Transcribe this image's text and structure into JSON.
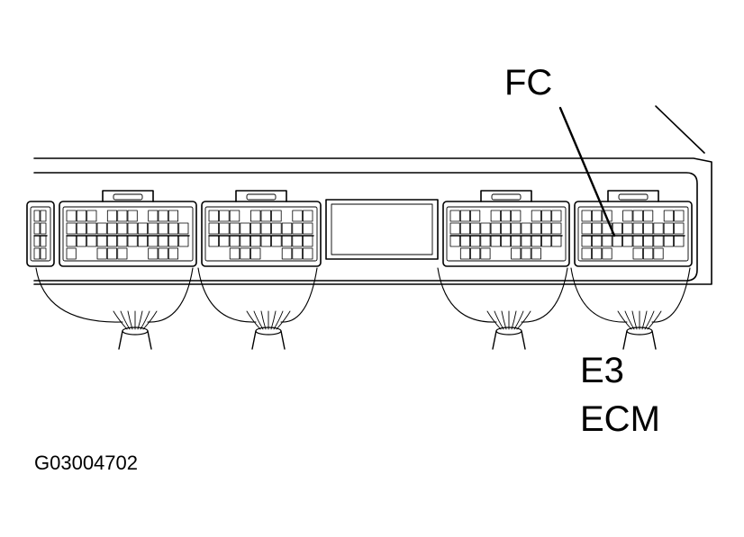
{
  "labels": {
    "connector_fc": "FC",
    "connector_e3": "E3",
    "unit_ecm": "ECM",
    "figure_id": "G03004702"
  },
  "colors": {
    "line": "#000000",
    "background": "#ffffff"
  }
}
